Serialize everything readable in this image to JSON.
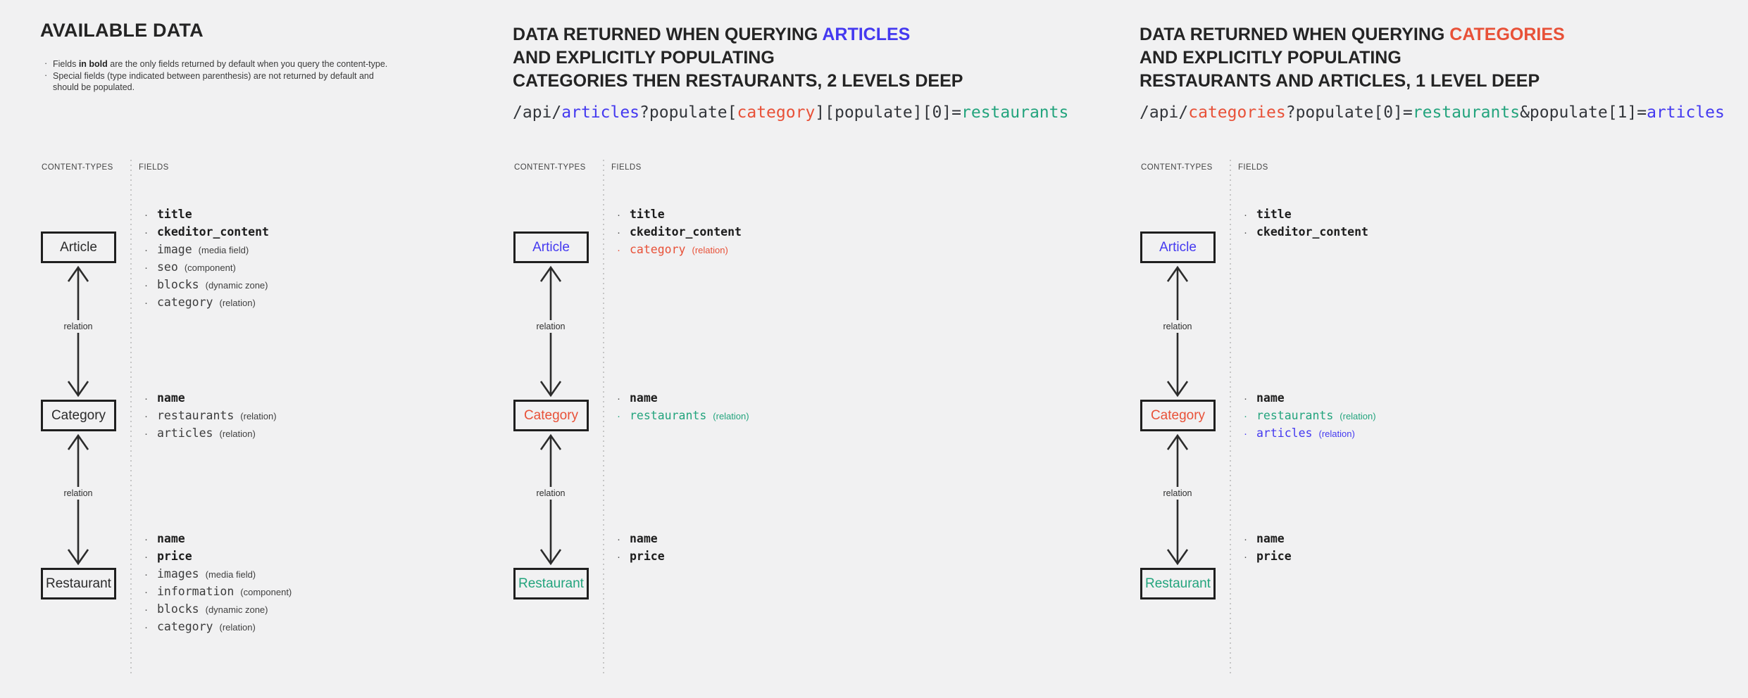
{
  "bullet": "·",
  "colors": {
    "blue": "#4439f0",
    "red": "#e85138",
    "teal": "#23a47d"
  },
  "columns": [
    {
      "title": "AVAILABLE DATA",
      "notes": [
        {
          "pre": "Fields ",
          "bold": "in bold",
          "post": " are the only fields returned by default when you query the content-type."
        },
        {
          "pre": "Special fields (type indicated between parenthesis) are not returned by default and should be populated.",
          "bold": "",
          "post": ""
        }
      ],
      "labels": {
        "content_types": "CONTENT-TYPES",
        "fields": "FIELDS"
      },
      "relation_label": "relation",
      "boxes": [
        {
          "label": "Article",
          "style": "ink"
        },
        {
          "label": "Category",
          "style": "ink"
        },
        {
          "label": "Restaurant",
          "style": "ink"
        }
      ],
      "groups": {
        "article": {
          "items": [
            {
              "name": "title",
              "type": "",
              "style": "bold"
            },
            {
              "name": "ckeditor_content",
              "type": "",
              "style": "bold"
            },
            {
              "name": "image",
              "type": "(media field)",
              "style": "plain"
            },
            {
              "name": "seo",
              "type": "(component)",
              "style": "plain"
            },
            {
              "name": "blocks",
              "type": "(dynamic zone)",
              "style": "plain"
            },
            {
              "name": "category",
              "type": "(relation)",
              "style": "plain"
            }
          ]
        },
        "category": {
          "items": [
            {
              "name": "name",
              "type": "",
              "style": "bold"
            },
            {
              "name": "restaurants",
              "type": "(relation)",
              "style": "plain"
            },
            {
              "name": "articles",
              "type": "(relation)",
              "style": "plain"
            }
          ]
        },
        "restaurant": {
          "items": [
            {
              "name": "name",
              "type": "",
              "style": "bold"
            },
            {
              "name": "price",
              "type": "",
              "style": "bold"
            },
            {
              "name": "images",
              "type": "(media field)",
              "style": "plain"
            },
            {
              "name": "information",
              "type": "(component)",
              "style": "plain"
            },
            {
              "name": "blocks",
              "type": "(dynamic zone)",
              "style": "plain"
            },
            {
              "name": "category",
              "type": "(relation)",
              "style": "plain"
            }
          ]
        }
      }
    },
    {
      "header": {
        "line1_pre": "DATA RETURNED WHEN QUERYING ",
        "line1_hl": "ARTICLES",
        "line1_hl_style": "blue",
        "line2": "AND EXPLICITLY POPULATING",
        "line3": "CATEGORIES THEN RESTAURANTS, 2 LEVELS DEEP"
      },
      "url": {
        "segments": [
          {
            "t": "/api/",
            "c": "ink"
          },
          {
            "t": "articles",
            "c": "blue"
          },
          {
            "t": "?populate[",
            "c": "ink"
          },
          {
            "t": "category",
            "c": "red"
          },
          {
            "t": "][populate][0]=",
            "c": "ink"
          },
          {
            "t": "restaurants",
            "c": "teal"
          }
        ]
      },
      "labels": {
        "content_types": "CONTENT-TYPES",
        "fields": "FIELDS"
      },
      "relation_label": "relation",
      "boxes": [
        {
          "label": "Article",
          "style": "blue"
        },
        {
          "label": "Category",
          "style": "red"
        },
        {
          "label": "Restaurant",
          "style": "teal"
        }
      ],
      "groups": {
        "article": {
          "items": [
            {
              "name": "title",
              "type": "",
              "style": "bold"
            },
            {
              "name": "ckeditor_content",
              "type": "",
              "style": "bold"
            },
            {
              "name": "category",
              "type": "(relation)",
              "style": "red"
            }
          ]
        },
        "category": {
          "items": [
            {
              "name": "name",
              "type": "",
              "style": "bold"
            },
            {
              "name": "restaurants",
              "type": "(relation)",
              "style": "teal"
            }
          ]
        },
        "restaurant": {
          "items": [
            {
              "name": "name",
              "type": "",
              "style": "bold"
            },
            {
              "name": "price",
              "type": "",
              "style": "bold"
            }
          ]
        }
      }
    },
    {
      "header": {
        "line1_pre": "DATA RETURNED WHEN QUERYING ",
        "line1_hl": "CATEGORIES",
        "line1_hl_style": "red",
        "line2": "AND EXPLICITLY POPULATING",
        "line3": "RESTAURANTS AND ARTICLES, 1 LEVEL DEEP"
      },
      "url": {
        "segments": [
          {
            "t": "/api/",
            "c": "ink"
          },
          {
            "t": "categories",
            "c": "red"
          },
          {
            "t": "?populate[0]=",
            "c": "ink"
          },
          {
            "t": "restaurants",
            "c": "teal"
          },
          {
            "t": "&populate[1]=",
            "c": "ink"
          },
          {
            "t": "articles",
            "c": "blue"
          }
        ]
      },
      "labels": {
        "content_types": "CONTENT-TYPES",
        "fields": "FIELDS"
      },
      "relation_label": "relation",
      "boxes": [
        {
          "label": "Article",
          "style": "blue"
        },
        {
          "label": "Category",
          "style": "red"
        },
        {
          "label": "Restaurant",
          "style": "teal"
        }
      ],
      "groups": {
        "article": {
          "items": [
            {
              "name": "title",
              "type": "",
              "style": "bold"
            },
            {
              "name": "ckeditor_content",
              "type": "",
              "style": "bold"
            }
          ]
        },
        "category": {
          "items": [
            {
              "name": "name",
              "type": "",
              "style": "bold"
            },
            {
              "name": "restaurants",
              "type": "(relation)",
              "style": "teal"
            },
            {
              "name": "articles",
              "type": "(relation)",
              "style": "blue"
            }
          ]
        },
        "restaurant": {
          "items": [
            {
              "name": "name",
              "type": "",
              "style": "bold"
            },
            {
              "name": "price",
              "type": "",
              "style": "bold"
            }
          ]
        }
      }
    }
  ]
}
